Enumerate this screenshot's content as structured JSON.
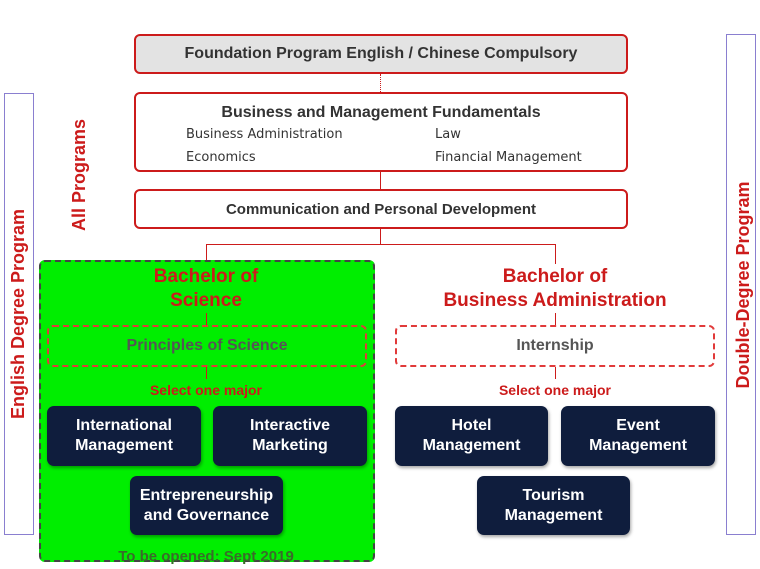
{
  "colors": {
    "accent_red": "#cc1b1b",
    "major_box": "#0f1d3d",
    "science_panel": "#00ee00",
    "foundation_fill": "#e3e3e3",
    "side_border": "#8a7fd0"
  },
  "foundation": {
    "label": "Foundation Program English / Chinese Compulsory"
  },
  "fundamentals": {
    "title": "Business and Management Fundamentals",
    "items": [
      "Business Administration",
      "Law",
      "Economics",
      "Financial Management"
    ]
  },
  "communication": {
    "label": "Communication and Personal Development"
  },
  "side_labels": {
    "all_programs": "All Programs",
    "english_degree": "English Degree Program",
    "double_degree": "Double-Degree Program"
  },
  "science": {
    "title_line1": "Bachelor of",
    "title_line2": "Science",
    "core": "Principles of Science",
    "select": "Select one major",
    "majors": [
      {
        "line1": "International",
        "line2": "Management"
      },
      {
        "line1": "Interactive",
        "line2": "Marketing"
      },
      {
        "line1": "Entrepreneurship",
        "line2": "and Governance"
      }
    ],
    "note": "To be opened: Sept 2019"
  },
  "business": {
    "title_line1": "Bachelor of",
    "title_line2": "Business Administration",
    "core": "Internship",
    "select": "Select one major",
    "majors": [
      {
        "line1": "Hotel",
        "line2": "Management"
      },
      {
        "line1": "Event",
        "line2": "Management"
      },
      {
        "line1": "Tourism",
        "line2": "Management"
      }
    ]
  }
}
